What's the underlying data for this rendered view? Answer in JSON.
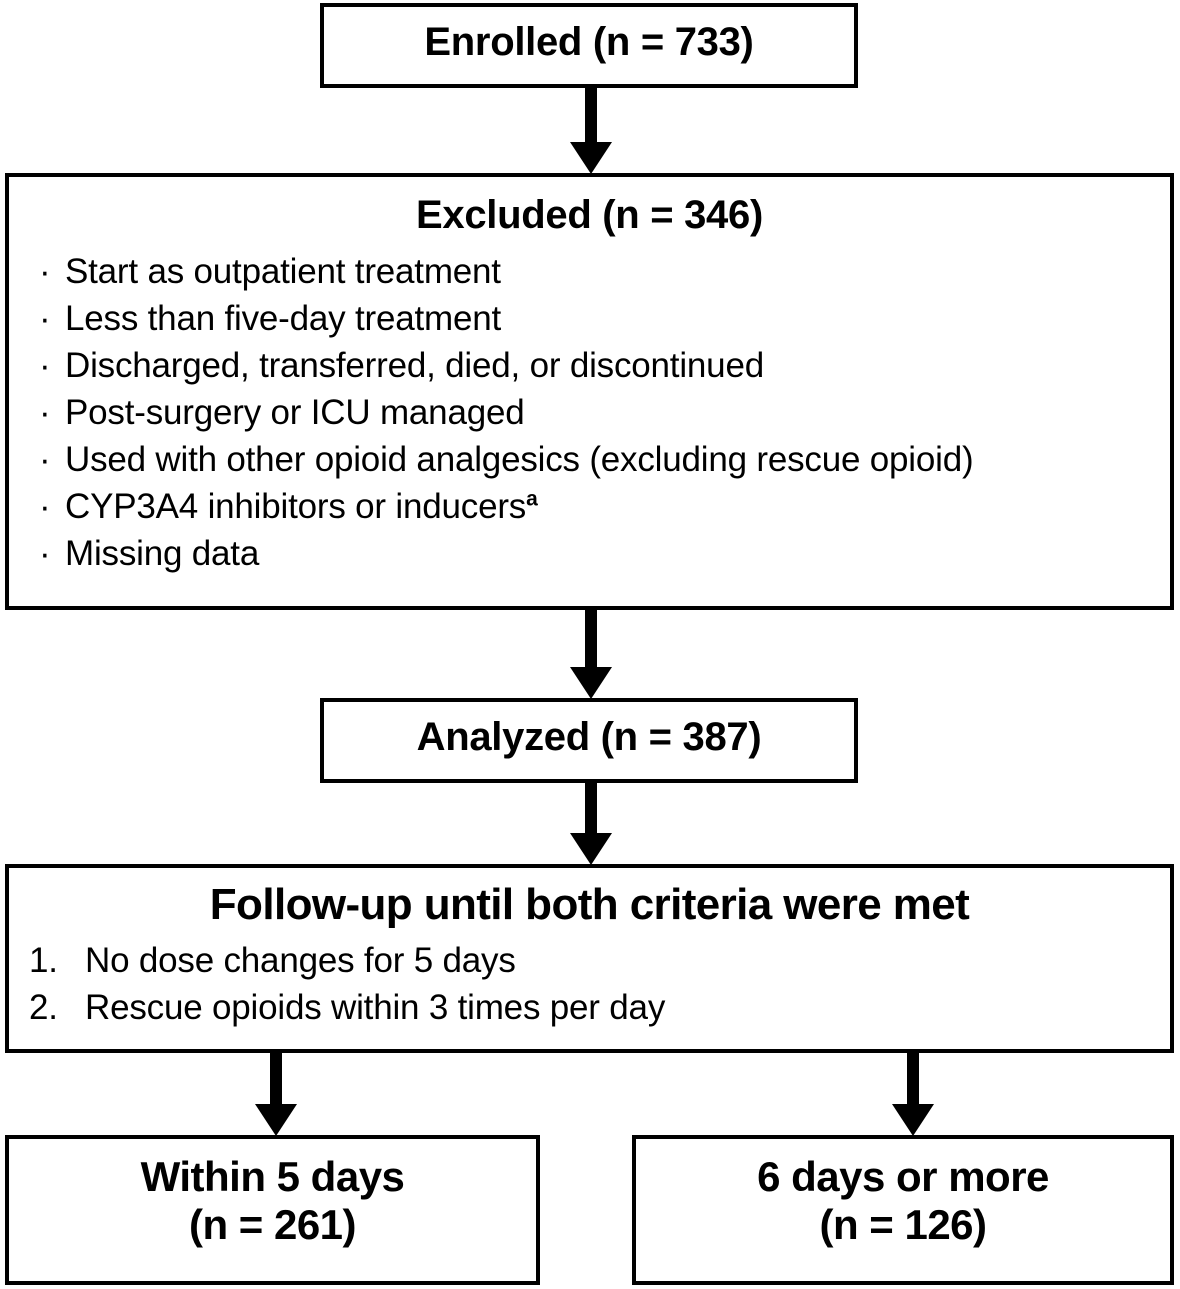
{
  "diagram": {
    "type": "study-flow-diagram",
    "colors": {
      "stroke": "#000000",
      "fill": "#ffffff",
      "text": "#000000"
    },
    "nodes": {
      "enrolled": {
        "title": "Enrolled (n = 733)",
        "count": 733
      },
      "excluded": {
        "title": "Excluded (n = 346)",
        "count": 346,
        "bullet_glyph": "·",
        "reasons": [
          "Start as outpatient treatment",
          "Less than five-day treatment",
          "Discharged, transferred, died, or discontinued",
          "Post-surgery or ICU managed",
          "Used with other opioid analgesics (excluding rescue opioid)",
          "CYP3A4 inhibitors or inducers",
          "Missing data"
        ],
        "reason_6_superscript": "a"
      },
      "analyzed": {
        "title": "Analyzed (n = 387)",
        "count": 387
      },
      "followup": {
        "title": "Follow-up until both criteria were met",
        "criteria": [
          {
            "marker": "1.",
            "text": "No dose changes for 5 days"
          },
          {
            "marker": "2.",
            "text": "Rescue opioids within 3 times per day"
          }
        ]
      },
      "within5": {
        "line1": "Within 5 days",
        "line2": "(n = 261)",
        "count": 261
      },
      "sixplus": {
        "line1": "6 days or more",
        "line2": "(n = 126)",
        "count": 126
      }
    },
    "edges": [
      {
        "from": "enrolled",
        "to": "excluded"
      },
      {
        "from": "excluded",
        "to": "analyzed"
      },
      {
        "from": "analyzed",
        "to": "followup"
      },
      {
        "from": "followup",
        "to": "within5"
      },
      {
        "from": "followup",
        "to": "sixplus"
      }
    ]
  }
}
